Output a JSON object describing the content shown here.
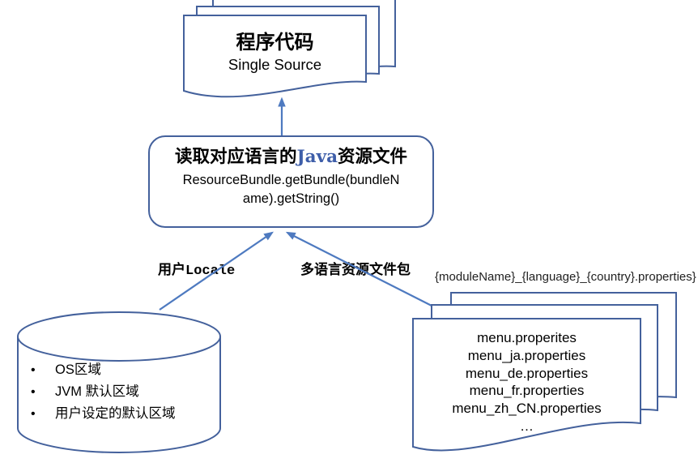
{
  "colors": {
    "shape_border": "#44619c",
    "arrow": "#4e7ac0",
    "highlight": "#3e5ea9",
    "text": "#000000"
  },
  "diagram": {
    "source_document": {
      "title": "程序代码",
      "subtitle": "Single Source"
    },
    "process_box": {
      "title_prefix": "读取对应语言的",
      "title_highlight": "Java",
      "title_suffix": "资源文件",
      "code_line1": "ResourceBundle.getBundle(bundleN",
      "code_line2": "ame).getString()"
    },
    "labels": {
      "user_locale_zh": "用户",
      "user_locale_en": "Locale",
      "bundle_package": "多语言资源文件包",
      "naming_pattern": "{moduleName}_{language}_{country}.properties}"
    },
    "locale_sources": {
      "items": [
        "OS区域",
        "JVM 默认区域",
        "用户设定的默认区域"
      ]
    },
    "resource_files": {
      "items": [
        "menu.properites",
        "menu_ja.properties",
        "menu_de.properties",
        "menu_fr.properties",
        "menu_zh_CN.properties",
        "…"
      ]
    }
  }
}
